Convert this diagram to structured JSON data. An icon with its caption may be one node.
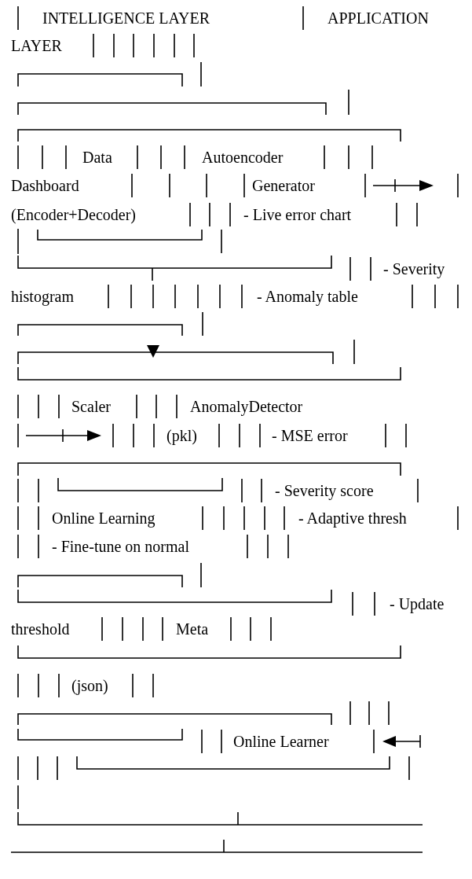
{
  "diagram": {
    "labels": [
      "INTELLIGENCE LAYER",
      "APPLICATION",
      "LAYER",
      "Data",
      "Autoencoder",
      "Dashboard",
      "Generator",
      "(Encoder+Decoder)",
      "- Live error chart",
      "- Severity",
      "histogram",
      "- Anomaly table",
      "Scaler",
      "AnomalyDetector",
      "(pkl)",
      "- MSE error",
      "- Severity score",
      "Online Learning",
      "- Adaptive thresh",
      "- Fine-tune on normal",
      "- Update",
      "threshold",
      "Meta",
      "(json)",
      "Online Learner"
    ]
  }
}
